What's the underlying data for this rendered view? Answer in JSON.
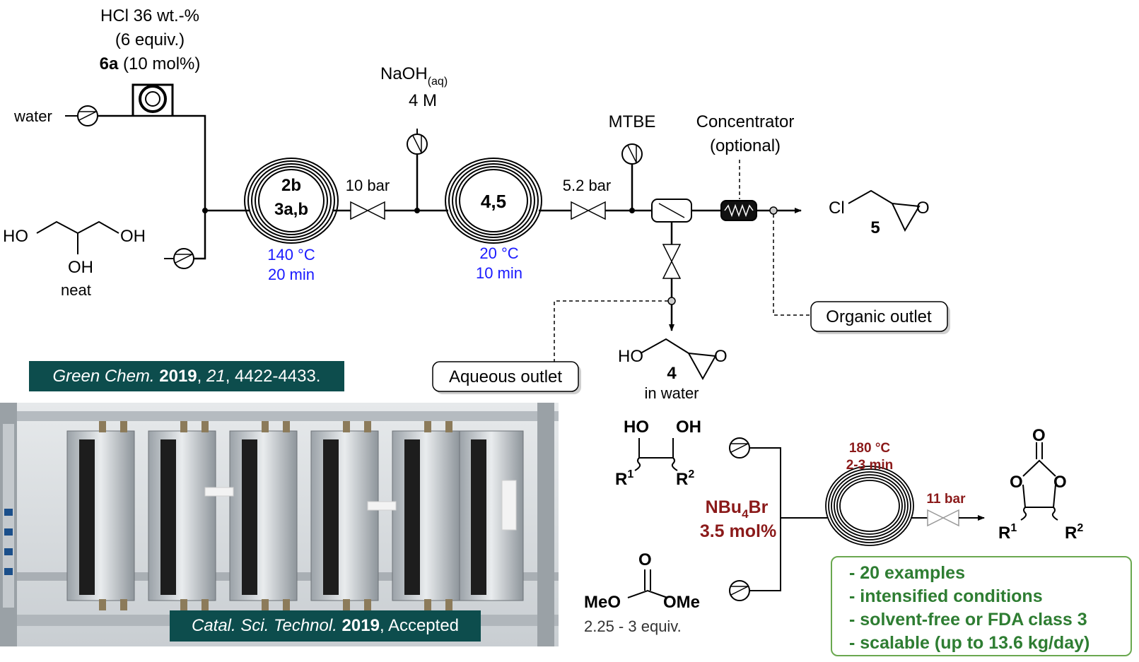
{
  "inputs": {
    "hcl_line1": "HCl 36 wt.-%",
    "hcl_line2": "(6 equiv.)",
    "hcl_line3_bold": "6a",
    "hcl_line3_rest": " (10 mol%)",
    "water": "water",
    "neat": "neat",
    "naoh_main": "NaOH",
    "naoh_sub": "(aq)",
    "naoh_conc": "4 M",
    "mtbe": "MTBE",
    "concentrator_line1": "Concentrator",
    "concentrator_line2": "(optional)"
  },
  "reactor1": {
    "label_top": "2b",
    "label_bottom": "3a,b",
    "temp": "140 °C",
    "time": "20 min"
  },
  "reactor2": {
    "label": "4,5",
    "temp": "20 °C",
    "time": "10 min"
  },
  "pressures": {
    "p1": "10 bar",
    "p2": "5.2 bar",
    "p3": "11 bar"
  },
  "outlets": {
    "organic": "Organic outlet",
    "aqueous": "Aqueous outlet"
  },
  "products": {
    "p5_number": "5",
    "p4_number": "4",
    "p4_medium": "in water"
  },
  "molecule_labels": {
    "glycerol_ho": "HO",
    "glycerol_oh_right": "OH",
    "glycerol_oh_bottom": "OH",
    "ecl_cl": "Cl",
    "ecl_o": "O",
    "gly_ho": "HO",
    "gly_o": "O",
    "diol_ho": "HO",
    "diol_oh": "OH",
    "r": "R",
    "sup1": "1",
    "sup2": "2",
    "dmc_o": "O",
    "dmc_meo": "MeO",
    "dmc_ome": "OMe",
    "carb_o_top": "O",
    "carb_o": "O"
  },
  "references": {
    "green_journal": "Green Chem.",
    "green_year": "2019",
    "green_volume": "21",
    "green_pages": ", 4422-4433.",
    "catal_journal": "Catal. Sci. Technol.",
    "catal_year": "2019",
    "catal_status": ", Accepted"
  },
  "carbonate": {
    "catalyst_main": "NBu",
    "catalyst_sub": "4",
    "catalyst_end": "Br",
    "catalyst_loading": "3.5 mol%",
    "dmc_equiv": "2.25 - 3 equiv.",
    "temp": "180 °C",
    "time": "2-3 min"
  },
  "features": [
    "- 20 examples",
    "- intensified conditions",
    "- solvent-free or FDA class 3",
    "- scalable (up to 13.6 kg/day)"
  ],
  "colors": {
    "blue": "#1a1aff",
    "darkred": "#8b1a1a",
    "green": "#2e7d32",
    "teal": "#0d4d4d"
  }
}
